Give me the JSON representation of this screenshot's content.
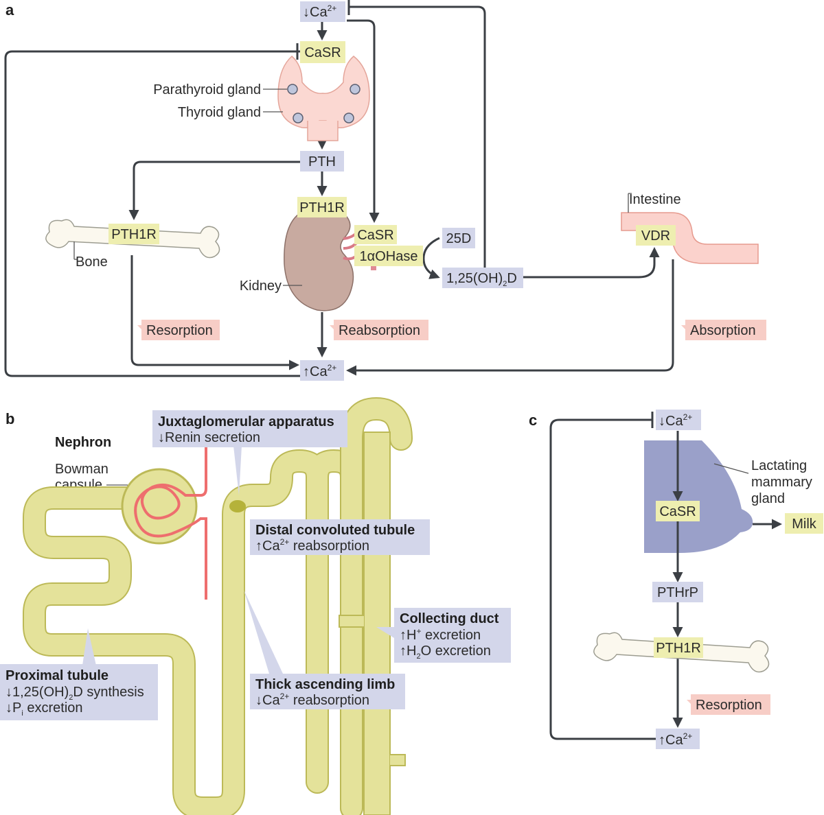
{
  "panels": {
    "a": "a",
    "b": "b",
    "c": "c"
  },
  "colors": {
    "blue_box": "#d3d6ea",
    "yellow_box": "#eeeeb0",
    "pink_box": "#f7cdc6",
    "nephron_fill": "#e4e29a",
    "nephron_stroke": "#bcb957",
    "breast": "#9aa0c9",
    "arrow": "#3b3f44",
    "vessel": "#ee6e6e"
  },
  "panel_a": {
    "ca_low_arrow": "↓",
    "ca_high_arrow": "↑",
    "ca": "Ca",
    "ca_charge": "2+",
    "casr_top": "CaSR",
    "parathyroid_label": "Parathyroid gland",
    "thyroid_label": "Thyroid gland",
    "pth": "PTH",
    "pth1r_kidney": "PTH1R",
    "pth1r_bone": "PTH1R",
    "bone_label": "Bone",
    "kidney_label": "Kidney",
    "casr_kidney": "CaSR",
    "onealpha": "1αOHase",
    "d25": "25D",
    "d125_pre": "1,25(OH)",
    "d125_sub": "2",
    "d125_post": "D",
    "intestine_label": "Intestine",
    "vdr": "VDR",
    "resorption": "Resorption",
    "reabsorption": "Reabsorption",
    "absorption": "Absorption"
  },
  "panel_b": {
    "nephron_title": "Nephron",
    "bowman_line1": "Bowman",
    "bowman_line2": "capsule",
    "jga_title": "Juxtaglomerular apparatus",
    "jga_text": "↓Renin secretion",
    "dct_title": "Distal convoluted tubule",
    "dct_arrow": "↑",
    "dct_ca": "Ca",
    "dct_charge": "2+",
    "dct_rest": " reabsorption",
    "cd_title": "Collecting duct",
    "cd_l1_arrow": "↑",
    "cd_l1_h": "H",
    "cd_l1_charge": "+",
    "cd_l1_rest": " excretion",
    "cd_l2_arrow": "↑",
    "cd_l2_h": "H",
    "cd_l2_sub": "2",
    "cd_l2_rest": "O excretion",
    "pt_title": "Proximal tubule",
    "pt_l1_pre": "↓1,25(OH)",
    "pt_l1_sub": "2",
    "pt_l1_rest": "D synthesis",
    "pt_l2_pre": "↓P",
    "pt_l2_sub": "i",
    "pt_l2_rest": " excretion",
    "tal_title": "Thick ascending limb",
    "tal_arrow": "↓",
    "tal_ca": "Ca",
    "tal_charge": "2+",
    "tal_rest": " reabsorption"
  },
  "panel_c": {
    "ca_low_arrow": "↓",
    "ca_high_arrow": "↑",
    "ca": "Ca",
    "ca_charge": "2+",
    "gland_line1": "Lactating",
    "gland_line2": "mammary",
    "gland_line3": "gland",
    "casr": "CaSR",
    "milk": "Milk",
    "pthrp": "PTHrP",
    "pth1r": "PTH1R",
    "resorption": "Resorption"
  }
}
